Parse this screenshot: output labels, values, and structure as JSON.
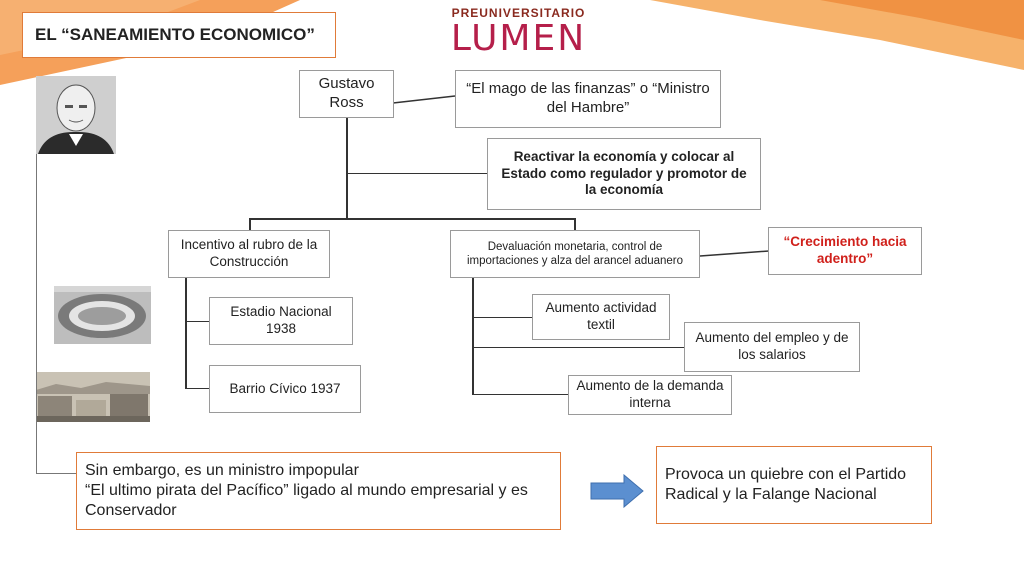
{
  "title": "EL “SANEAMIENTO ECONOMICO”",
  "logo": {
    "top": "PREUNIVERSITARIO",
    "main": "LUMEN"
  },
  "colors": {
    "accent_orange": "#e07b39",
    "red_text": "#d0201b",
    "arrow_blue": "#5b8fd0"
  },
  "nodes": {
    "ross": "Gustavo Ross",
    "nickname": "“El mago de las finanzas” o “Ministro del Hambre”",
    "goal": "Reactivar la economía y colocar al Estado como regulador y promotor de la economía",
    "construction": "Incentivo al rubro de la Construcción",
    "devaluation": "Devaluación monetaria, control de importaciones y alza del arancel aduanero",
    "growth": "“Crecimiento hacia adentro”",
    "stadium": "Estadio Nacional 1938",
    "civic": "Barrio Cívico  1937",
    "textile": "Aumento actividad textil",
    "employment": "Aumento del empleo y de los salarios",
    "demand": "Aumento de la demanda interna"
  },
  "bottom": {
    "unpopular_line1": "Sin embargo, es un ministro impopular",
    "unpopular_line2": "“El ultimo pirata del Pacífico” ligado al mundo empresarial y es Conservador",
    "result": "Provoca un quiebre con el Partido Radical y la Falange Nacional"
  },
  "icons": [
    "portrait-photo",
    "stadium-photo",
    "civic-district-photo",
    "right-arrow-icon"
  ]
}
